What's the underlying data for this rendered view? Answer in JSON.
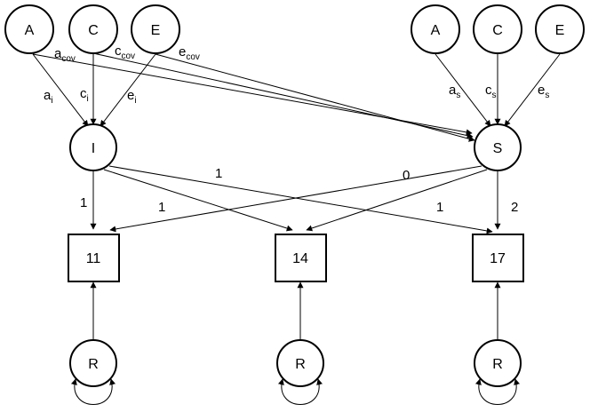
{
  "nodes": {
    "a_top_left": "A",
    "c_top_left": "C",
    "e_top_left": "E",
    "a_top_right": "A",
    "c_top_right": "C",
    "e_top_right": "E",
    "intercept": "I",
    "slope": "S",
    "age_11": "11",
    "age_14": "14",
    "age_17": "17",
    "residual_11": "R",
    "residual_14": "R",
    "residual_17": "R"
  },
  "edge_labels": {
    "a_cov": {
      "main": "a",
      "sub": "cov"
    },
    "c_cov": {
      "main": "c",
      "sub": "cov"
    },
    "e_cov": {
      "main": "e",
      "sub": "cov"
    },
    "a_i": {
      "main": "a",
      "sub": "i"
    },
    "c_i": {
      "main": "c",
      "sub": "i"
    },
    "e_i": {
      "main": "e",
      "sub": "i"
    },
    "a_s": {
      "main": "a",
      "sub": "s"
    },
    "c_s": {
      "main": "c",
      "sub": "s"
    },
    "e_s": {
      "main": "e",
      "sub": "s"
    },
    "i_to_11": "1",
    "i_to_14": "1",
    "i_to_17": "1",
    "s_to_11": "0",
    "s_to_14": "1",
    "s_to_17": "2"
  }
}
